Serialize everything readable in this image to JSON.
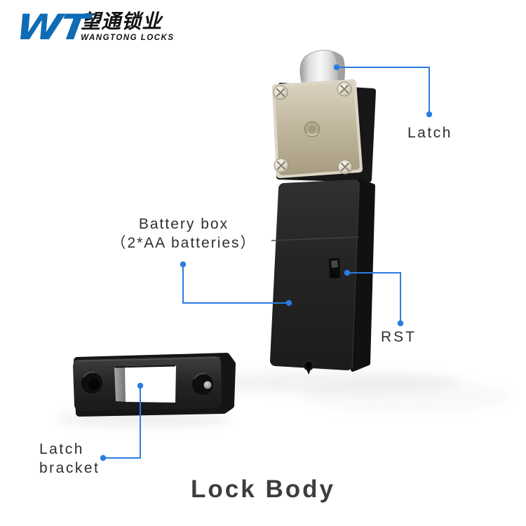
{
  "brand": {
    "monogram": "WT",
    "name_cn": "望通锁业",
    "name_en": "WANGTONG LOCKS"
  },
  "product": {
    "title": "Lock Body"
  },
  "callouts": {
    "latch": {
      "label": "Latch"
    },
    "battery_box": {
      "line1": "Battery box",
      "line2": "（2*AA batteries）"
    },
    "rst": {
      "label": "RST"
    },
    "latch_bracket": {
      "line1": "Latch",
      "line2": "bracket"
    }
  },
  "colors": {
    "accent_blue": "#2b7ce2",
    "brand_blue": "#0e6bb5",
    "lock_body_black": "#242424",
    "plate_champagne": "#c3b9a2",
    "label_text": "#2f2f2f"
  }
}
